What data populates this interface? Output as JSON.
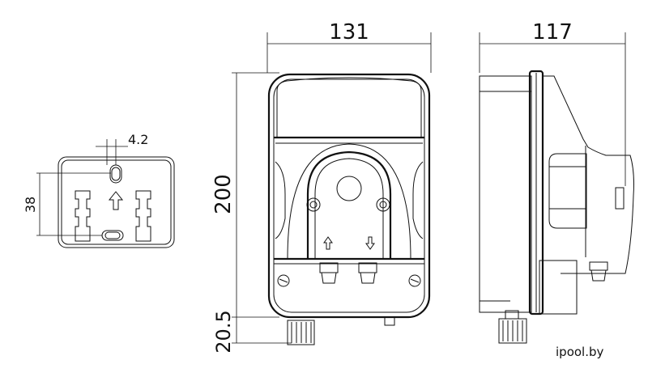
{
  "dimensions": {
    "front_width": "131",
    "side_depth": "117",
    "height": "200",
    "fitting_height": "20.5",
    "bracket_hole": "4.2",
    "bracket_spacing": "38"
  },
  "watermark": "ipool.by"
}
